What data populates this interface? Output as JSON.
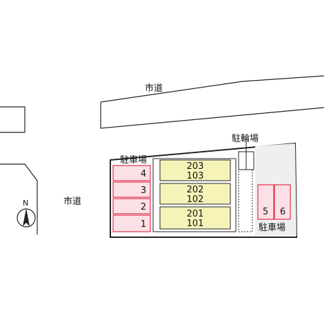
{
  "labels": {
    "road_top": "市道",
    "road_left": "市道",
    "bicycle_parking": "駐輪場",
    "parking_left": "駐車場",
    "parking_right": "駐車場",
    "compass_n": "N"
  },
  "parking_left_spaces": [
    "4",
    "3",
    "2",
    "1"
  ],
  "parking_right_spaces": [
    "5",
    "6"
  ],
  "units": [
    {
      "upper": "203",
      "lower": "103"
    },
    {
      "upper": "202",
      "lower": "102"
    },
    {
      "upper": "201",
      "lower": "101"
    }
  ],
  "colors": {
    "parking_fill": "#fbe0e6",
    "parking_stroke": "#e0304a",
    "building_fill": "#f5f3b8",
    "lot_fill": "#efefef",
    "line": "#222222"
  }
}
